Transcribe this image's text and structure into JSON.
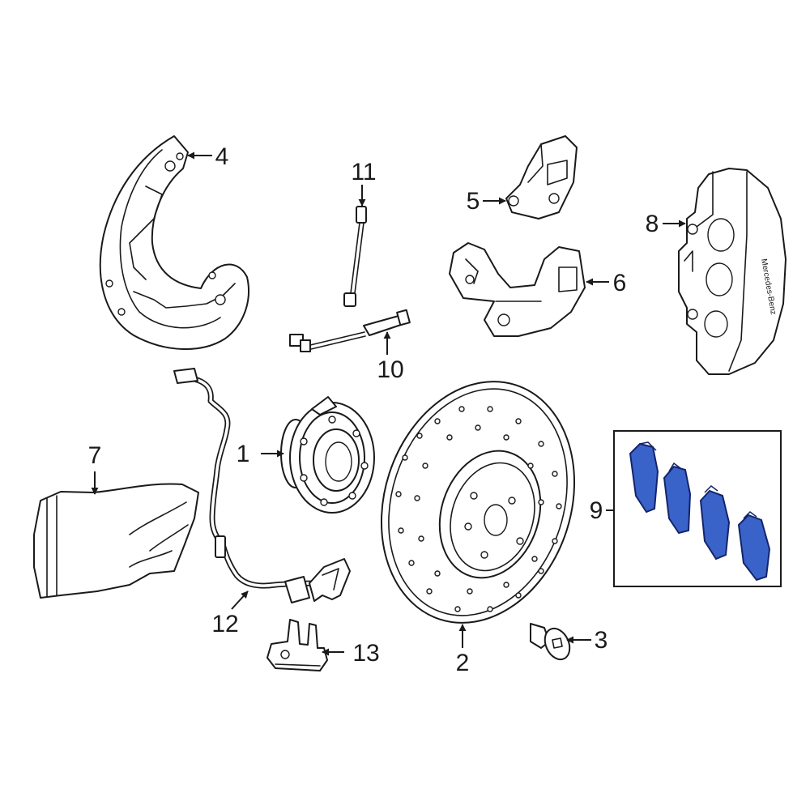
{
  "callouts": [
    {
      "number": "1"
    },
    {
      "number": "2"
    },
    {
      "number": "3"
    },
    {
      "number": "4"
    },
    {
      "number": "5"
    },
    {
      "number": "6"
    },
    {
      "number": "7"
    },
    {
      "number": "8"
    },
    {
      "number": "9"
    },
    {
      "number": "10"
    },
    {
      "number": "11"
    },
    {
      "number": "12"
    },
    {
      "number": "13"
    }
  ],
  "caliper_text": "Mercedes-Benz",
  "colors": {
    "line": "#1a1a1a",
    "pad_fill": "#3a63c9",
    "pad_stroke": "#14246b",
    "background": "#ffffff"
  }
}
